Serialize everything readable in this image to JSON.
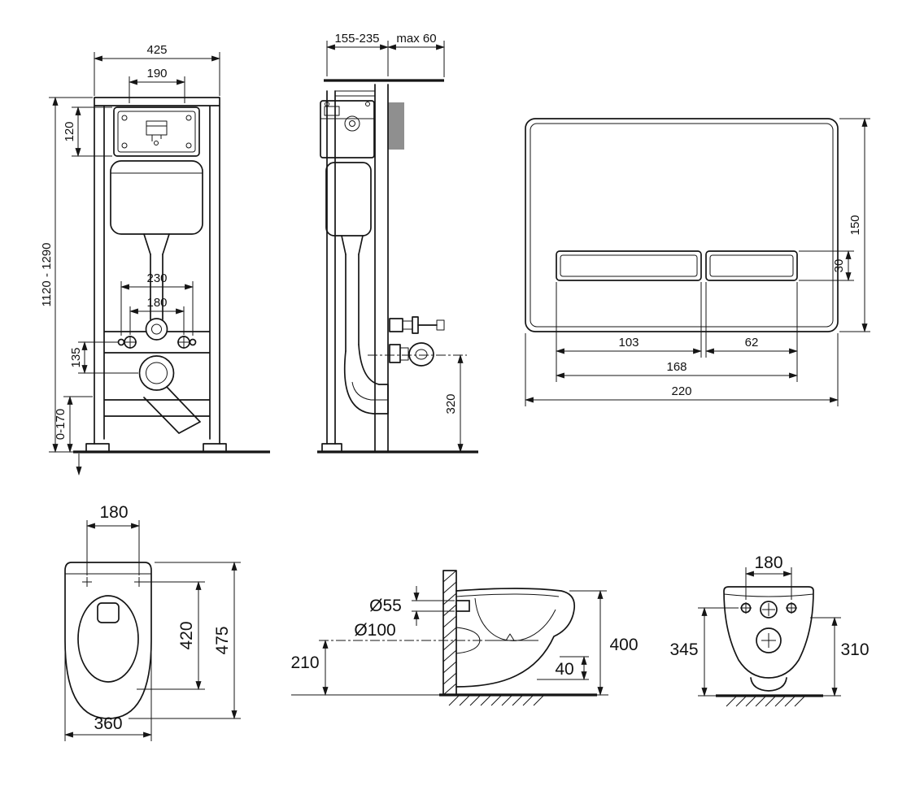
{
  "colors": {
    "line": "#151515",
    "wall_fill": "#8f8f8f",
    "background": "#ffffff"
  },
  "views": {
    "frame_front": {
      "dim_width": "425",
      "dim_cistern_width": "190",
      "dim_box_height": "120",
      "dim_height_range": "1120 - 1290",
      "dim_fixing_outer": "230",
      "dim_fixing_inner": "180",
      "dim_drain_offset": "135",
      "dim_foot_range": "0-170"
    },
    "frame_side": {
      "dim_depth_range": "155-235",
      "dim_max_offset": "max 60",
      "dim_connection_height": "320"
    },
    "flush_plate": {
      "dim_height": "150",
      "dim_button_height": "30",
      "dim_big_button_width": "103",
      "dim_small_button_width": "62",
      "dim_buttons_total": "168",
      "dim_width": "220"
    },
    "bowl_top": {
      "dim_bolt_spacing": "180",
      "dim_inner_length": "420",
      "dim_length": "475",
      "dim_width": "360"
    },
    "bowl_side": {
      "dim_inlet": "Ø55",
      "dim_outlet": "Ø100",
      "dim_outlet_height": "210",
      "dim_height": "400",
      "dim_rim": "40"
    },
    "bowl_front": {
      "dim_bolt_spacing": "180",
      "dim_left_height": "345",
      "dim_right_height": "310"
    }
  }
}
